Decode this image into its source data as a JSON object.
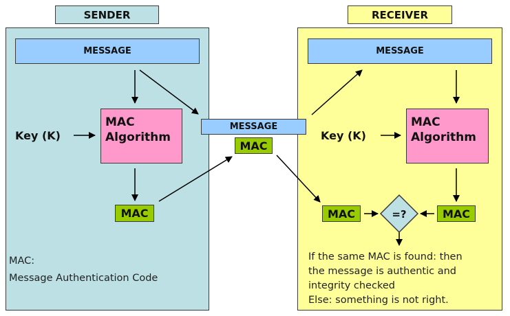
{
  "colors": {
    "sender_panel": "#bce0e3",
    "receiver_panel": "#ffff99",
    "message": "#99ccff",
    "mac": "#99cc00",
    "algorithm": "#ff99cc",
    "compare": "#bce0e3"
  },
  "sender": {
    "title": "SENDER",
    "message": "MESSAGE",
    "key": "Key (K)",
    "algorithm": [
      "MAC",
      "Algorithm"
    ],
    "mac": "MAC",
    "legend": [
      "MAC:",
      "Message Authentication Code"
    ]
  },
  "transit": {
    "message": "MESSAGE",
    "mac": "MAC"
  },
  "receiver": {
    "title": "RECEIVER",
    "message": "MESSAGE",
    "key": "Key (K)",
    "algorithm": [
      "MAC",
      "Algorithm"
    ],
    "mac_received": "MAC",
    "mac_computed": "MAC",
    "compare": "=?",
    "result": [
      "If the same MAC is found: then",
      "the message is authentic and",
      "integrity checked",
      "Else: something is not right."
    ]
  }
}
